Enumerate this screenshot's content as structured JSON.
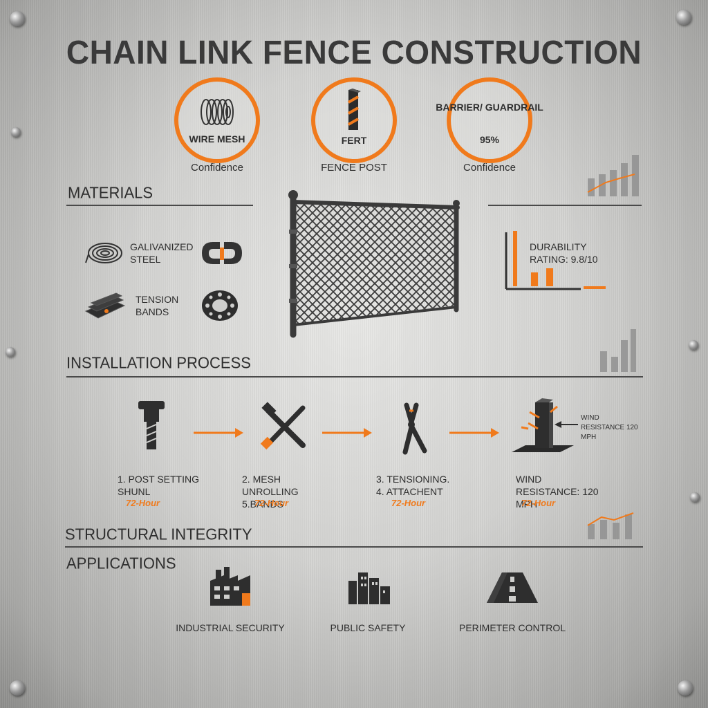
{
  "title": "CHAIN LINK FENCE CONSTRUCTION",
  "badges": [
    {
      "icon": "wire-coil-icon",
      "text": "WIRE MESH",
      "sub": "",
      "caption": "Confidence"
    },
    {
      "icon": "fence-post-icon",
      "text": "FERT",
      "sub": "",
      "caption": "FENCE POST"
    },
    {
      "icon": "none",
      "text": "BARRIER/ GUARDRAIL",
      "sub": "95%",
      "caption": "Confidence"
    }
  ],
  "sections": {
    "materials": "MATERIALS",
    "installation": "INSTALLATION PROCESS",
    "structural": "STRUCTURAL INTEGRITY",
    "applications": "APPLICATIONS"
  },
  "materials": [
    {
      "icon": "galvanized-coil-icon",
      "label": "GALIVANIZED STEEL"
    },
    {
      "icon": "clamp-icon",
      "label": ""
    },
    {
      "icon": "tension-band-icon",
      "label": "TENSION BANDS"
    },
    {
      "icon": "flange-ring-icon",
      "label": ""
    }
  ],
  "durability": {
    "label": "DURABILITY RATING: 9.8/10"
  },
  "steps": [
    {
      "icon": "post-driver-icon",
      "label": "1. POST SETTING SHUNL",
      "time": "72-Hour"
    },
    {
      "icon": "crossed-tools-icon",
      "label": "2. MESH UNROLLING 5.BANDS",
      "time": "72-Hour"
    },
    {
      "icon": "pliers-icon",
      "label": "3. TENSIONING. 4. ATTACHENT",
      "time": "72-Hour"
    },
    {
      "icon": "wind-post-icon",
      "label": "WIND RESISTANCE: 120 MPH",
      "time": "72-Hour"
    }
  ],
  "wind_callout": "WIND RESISTANCE 120 MPH",
  "applications": [
    {
      "icon": "factory-icon",
      "label": "INDUSTRIAL SECURITY"
    },
    {
      "icon": "city-building-icon",
      "label": "PUBLIC SAFETY"
    },
    {
      "icon": "road-icon",
      "label": "PERIMETER CONTROL"
    }
  ],
  "colors": {
    "accent": "#f07a1c",
    "ink": "#2e2e2e",
    "metal": "#d4d4d2"
  }
}
